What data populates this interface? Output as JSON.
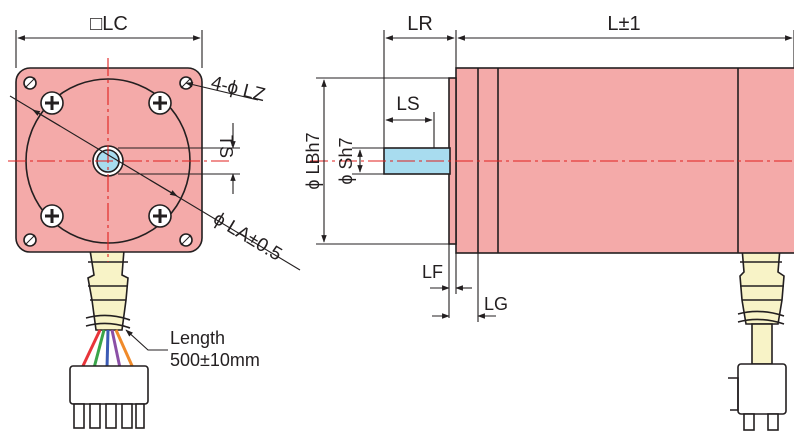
{
  "labels": {
    "lc": "□LC",
    "lz": "4-ϕ LZ",
    "ts": "TS",
    "la": "ϕ LA±0.5",
    "lr": "LR",
    "l": "L±1",
    "ls": "LS",
    "lb": "ϕ LBh7",
    "s": "ϕ Sh7",
    "lf": "LF",
    "lg": "LG",
    "length_line1": "Length",
    "length_line2": "500±10mm"
  },
  "colors": {
    "motor_body": "#f4aaa9",
    "shaft": "#a8dcef",
    "connector": "#f8f3c7",
    "centerline": "#e0201f",
    "wires": [
      "#e8343a",
      "#3aa54a",
      "#3b5bb5",
      "#8b4fa6",
      "#f08a2a"
    ]
  }
}
